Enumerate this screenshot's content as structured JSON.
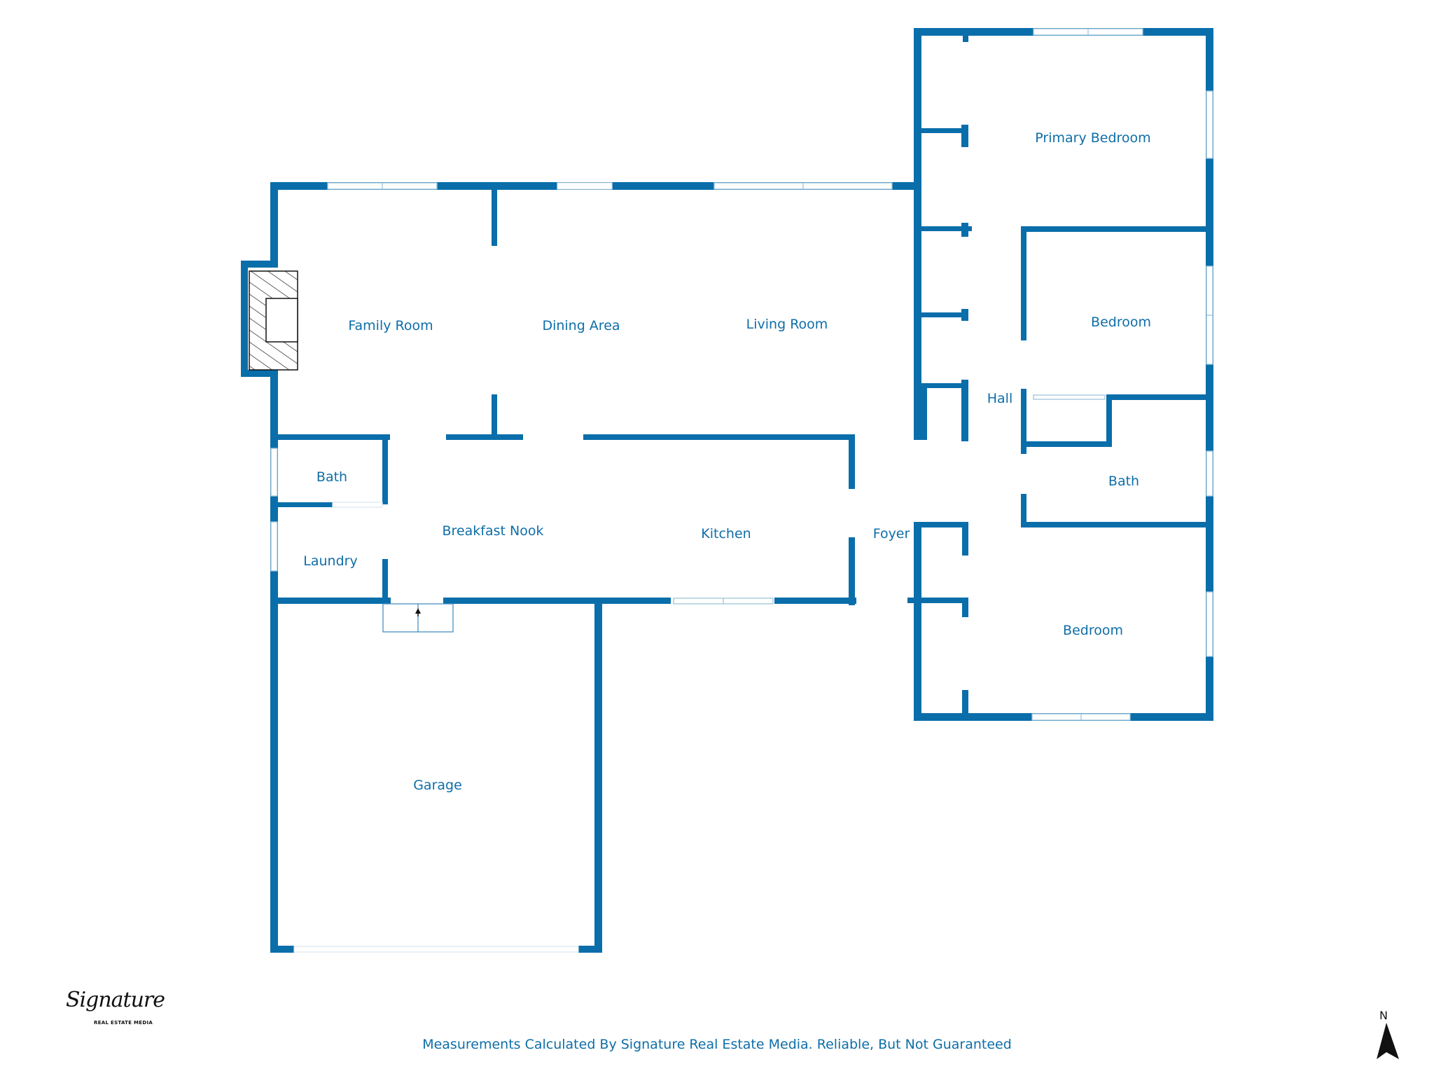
{
  "rooms": {
    "primary_bedroom": "Primary Bedroom",
    "family_room": "Family Room",
    "dining_area": "Dining Area",
    "living_room": "Living Room",
    "bedroom_upper": "Bedroom",
    "hall": "Hall",
    "bath_left": "Bath",
    "bath_right": "Bath",
    "breakfast_nook": "Breakfast Nook",
    "kitchen": "Kitchen",
    "foyer": "Foyer",
    "laundry": "Laundry",
    "bedroom_lower": "Bedroom",
    "garage": "Garage"
  },
  "footer": {
    "disclaimer": "Measurements Calculated By Signature Real Estate Media. Reliable, But Not Guaranteed"
  },
  "logo": {
    "script": "Signature",
    "sub": "REAL ESTATE MEDIA"
  },
  "compass": {
    "label": "N"
  },
  "colors": {
    "wall": "#0a6eaa",
    "label": "#0e6ea8",
    "window": "#cfe3ee"
  }
}
